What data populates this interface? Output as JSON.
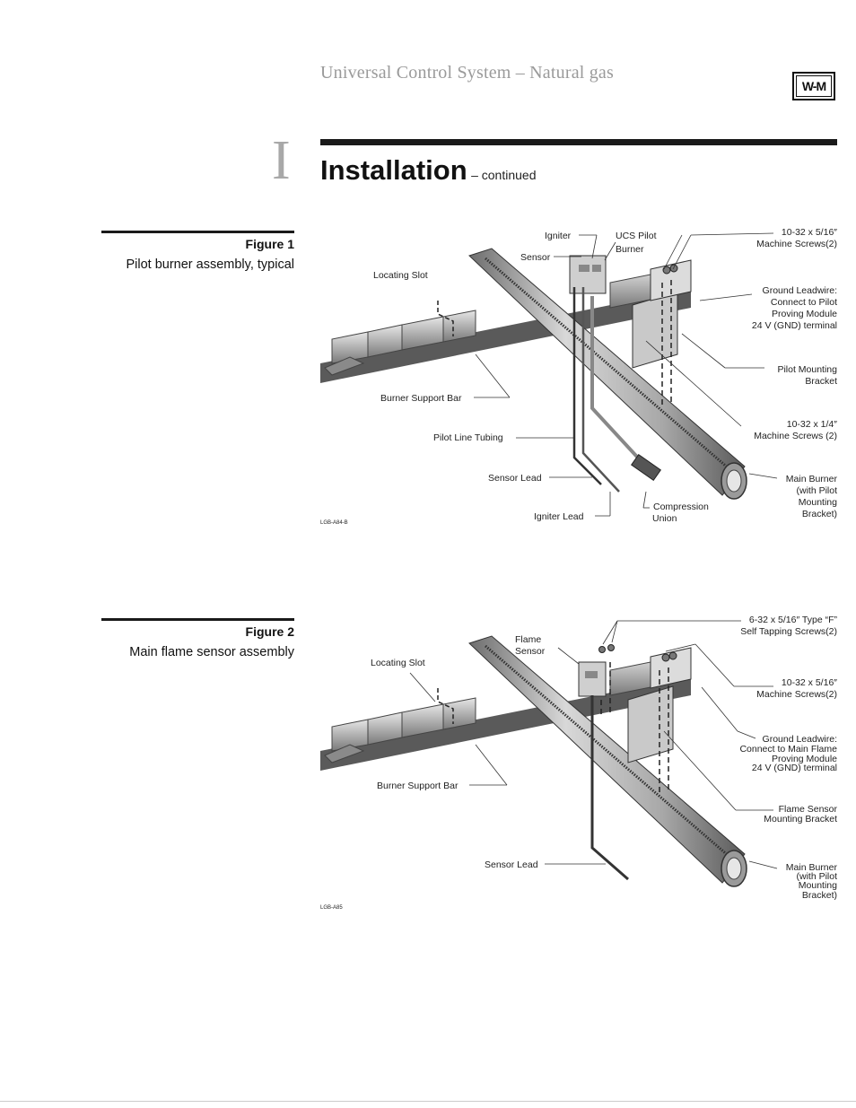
{
  "header": {
    "title": "Universal Control System – Natural gas",
    "logo_text": "W-M",
    "logo_icon": "wm-logo-icon"
  },
  "section": {
    "numeral": "I",
    "title": "Installation",
    "subtitle": "– continued"
  },
  "figure1": {
    "number": "Figure 1",
    "caption": "Pilot burner assembly, typical",
    "code": "LGB-A84-B",
    "labels": {
      "igniter": "Igniter",
      "ucs_pilot": "UCS Pilot",
      "burner": "Burner",
      "sensor": "Sensor",
      "locating_slot": "Locating Slot",
      "screws_top_1": "10-32 x 5/16″",
      "screws_top_2": "Machine Screws(2)",
      "ground_1": "Ground Leadwire:",
      "ground_2": "Connect to Pilot",
      "ground_3": "Proving Module",
      "ground_4": "24 V (GND) terminal",
      "bracket_1": "Pilot Mounting",
      "bracket_2": "Bracket",
      "support_bar": "Burner Support Bar",
      "screws_bot_1": "10-32 x 1/4″",
      "screws_bot_2": "Machine Screws (2)",
      "pilot_tubing": "Pilot Line Tubing",
      "sensor_lead": "Sensor Lead",
      "compression_1": "Compression",
      "compression_2": "Union",
      "igniter_lead": "Igniter Lead",
      "main_1": "Main Burner",
      "main_2": "(with Pilot",
      "main_3": "Mounting",
      "main_4": "Bracket)"
    }
  },
  "figure2": {
    "number": "Figure 2",
    "caption": "Main flame sensor assembly",
    "code": "LGB-A85",
    "labels": {
      "flame_1": "Flame",
      "flame_2": "Sensor",
      "locating_slot": "Locating Slot",
      "tap_1": "6-32 x 5/16″ Type “F”",
      "tap_2": "Self Tapping Screws(2)",
      "screws_1": "10-32 x 5/16″",
      "screws_2": "Machine Screws(2)",
      "ground_1": "Ground Leadwire:",
      "ground_2": "Connect to Main Flame",
      "ground_3": "Proving Module",
      "ground_4": "24 V (GND) terminal",
      "support_bar": "Burner Support Bar",
      "bracket_1": "Flame Sensor",
      "bracket_2": "Mounting Bracket",
      "sensor_lead": "Sensor Lead",
      "main_1": "Main Burner",
      "main_2": "(with Pilot",
      "main_3": "Mounting",
      "main_4": "Bracket)"
    }
  }
}
